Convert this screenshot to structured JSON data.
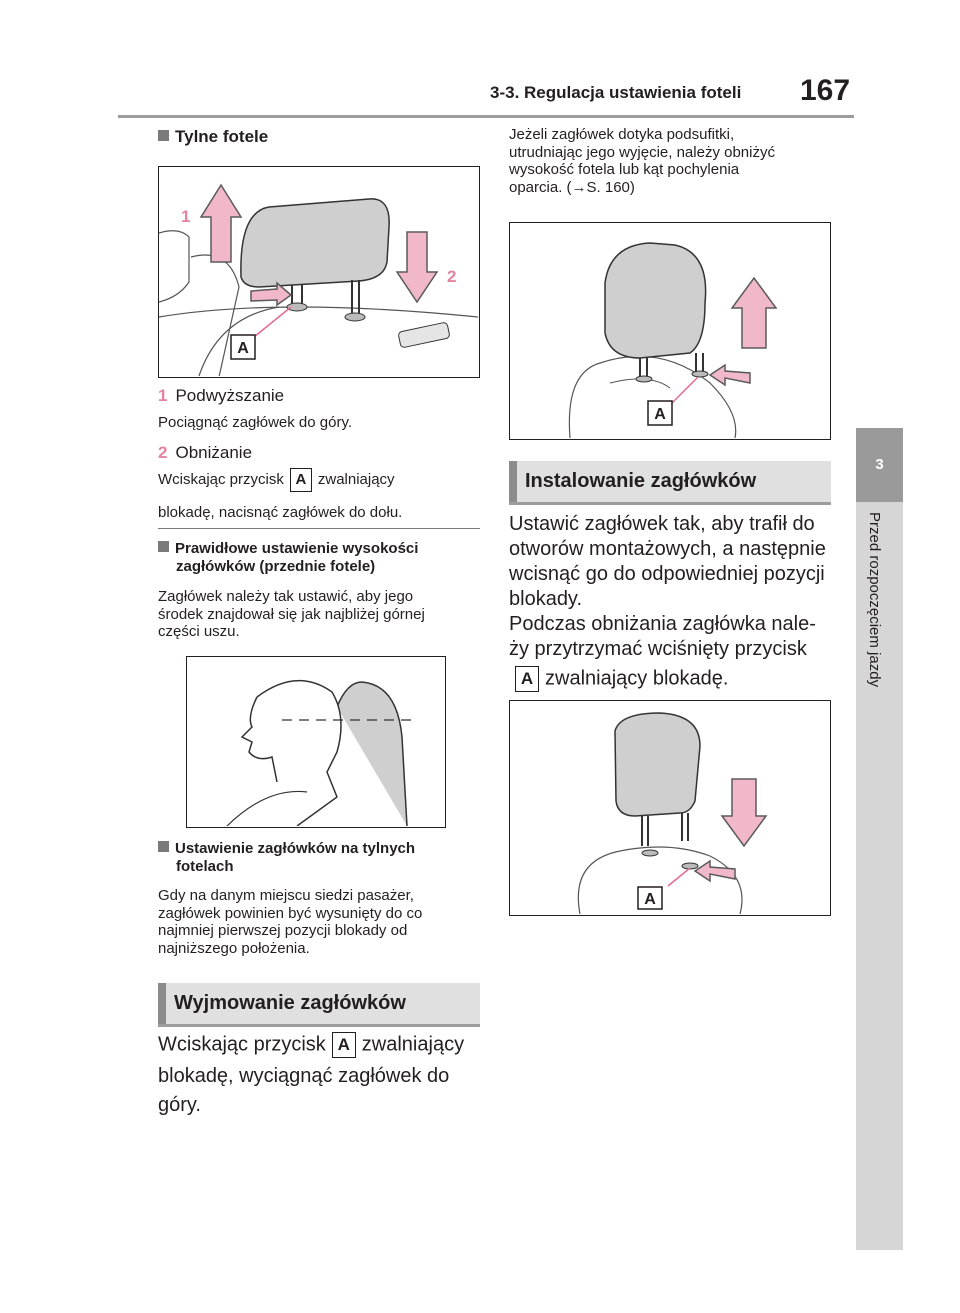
{
  "header": {
    "section": "3-3. Regulacja ustawienia foteli",
    "page": "167"
  },
  "side_tab": {
    "number": "3",
    "label": "Przed rozpoczęciem jazdy"
  },
  "left": {
    "rear_seats_heading": "Tylne fotele",
    "fig1_labels": {
      "up": "1",
      "down": "2",
      "button": "A"
    },
    "item1_title": "Podwyższanie",
    "item1_num": "1",
    "item1_text": "Pociągnąć zagłówek do góry.",
    "item2_title": "Obniżanie",
    "item2_num": "2",
    "item2_text_a": "Wciskając przycisk",
    "item2_key": "A",
    "item2_text_b": "zwalniający",
    "item2_text_c": "blokadę, nacisnąć zagłówek do dołu.",
    "sub1_title_1": "Prawidłowe ustawienie wysokości",
    "sub1_title_2": "zagłówków (przednie fotele)",
    "sub1_text_1": "Zagłówek należy tak ustawić, aby jego",
    "sub1_text_2": "środek znajdował się jak najbliżej górnej",
    "sub1_text_3": "części uszu.",
    "sub2_title_1": "Ustawienie zagłówków na tylnych",
    "sub2_title_2": "fotelach",
    "sub2_text_1": "Gdy na danym miejscu siedzi pasażer,",
    "sub2_text_2": "zagłówek powinien być wysunięty do co",
    "sub2_text_3": "najmniej pierwszej pozycji blokady od",
    "sub2_text_4": "najniższego położenia.",
    "removal_heading": "Wyjmowanie zagłówków",
    "removal_text_a": "Wciskając przycisk",
    "removal_key": "A",
    "removal_text_b": "zwalniający",
    "removal_text_c": "blokadę, wyciągnąć zagłówek do",
    "removal_text_d": "góry."
  },
  "right": {
    "note_1": "Jeżeli zagłówek dotyka podsufitki,",
    "note_2": "utrudniając jego wyjęcie, należy obniżyć",
    "note_3": "wysokość fotela lub kąt pochylenia",
    "note_4": "oparcia. (→S. 160)",
    "fig3_label": "A",
    "install_heading": "Instalowanie zagłówków",
    "install_1": "Ustawić zagłówek tak, aby trafił do",
    "install_2": "otworów montażowych, a następnie",
    "install_3": "wcisnąć go do odpowiedniej pozycji",
    "install_4": "blokady.",
    "install_5": "Podczas obniżania zagłówka nale-",
    "install_6": "ży przytrzymać wciśnięty przycisk",
    "install_key": "A",
    "install_7": "zwalniający blokadę.",
    "fig4_label": "A"
  },
  "colors": {
    "arrow_fill": "#f0b8c8",
    "arrow_stroke": "#5a5a5a",
    "accent_pink": "#e4839f",
    "tab_dark": "#9a9a9a",
    "tab_light": "#d6d6d6",
    "banner_bg": "#e0e0e0"
  }
}
